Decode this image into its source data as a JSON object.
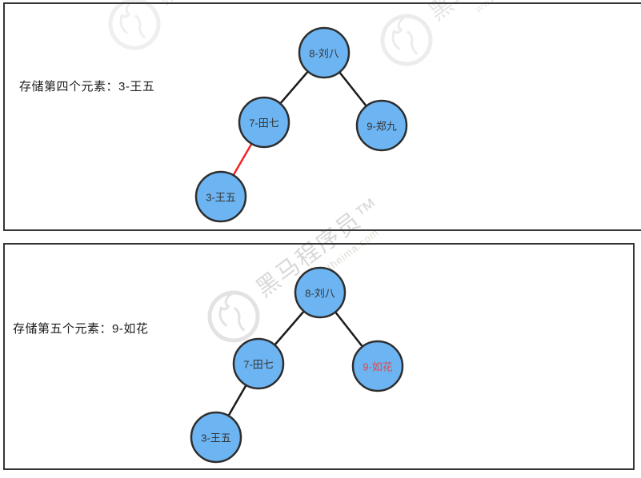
{
  "watermark": {
    "brand": "黑马程序员™",
    "url": "www.itheima.com"
  },
  "colors": {
    "node_fill": "#6db5f2",
    "node_stroke": "#2e2e2e",
    "node_text": "#333333",
    "edge": "#1b1b1b",
    "highlight_edge": "#f42525",
    "highlight_text": "#e64545"
  },
  "panels": [
    {
      "caption": "存储第四个元素：3-王五",
      "nodes": [
        {
          "id": "root",
          "label": "8-刘八"
        },
        {
          "id": "left",
          "label": "7-田七"
        },
        {
          "id": "right",
          "label": "9-郑九"
        },
        {
          "id": "left-left",
          "label": "3-王五"
        }
      ],
      "edges": [
        {
          "from": "8-刘八",
          "to": "7-田七",
          "highlight": false
        },
        {
          "from": "8-刘八",
          "to": "9-郑九",
          "highlight": false
        },
        {
          "from": "7-田七",
          "to": "3-王五",
          "highlight": true
        }
      ]
    },
    {
      "caption": "存储第五个元素：9-如花",
      "nodes": [
        {
          "id": "root",
          "label": "8-刘八"
        },
        {
          "id": "left",
          "label": "7-田七"
        },
        {
          "id": "right",
          "label": "9-如花",
          "highlight": true
        },
        {
          "id": "left-left",
          "label": "3-王五"
        }
      ],
      "edges": [
        {
          "from": "8-刘八",
          "to": "7-田七",
          "highlight": false
        },
        {
          "from": "8-刘八",
          "to": "9-如花",
          "highlight": false
        },
        {
          "from": "7-田七",
          "to": "3-王五",
          "highlight": false
        }
      ]
    }
  ]
}
